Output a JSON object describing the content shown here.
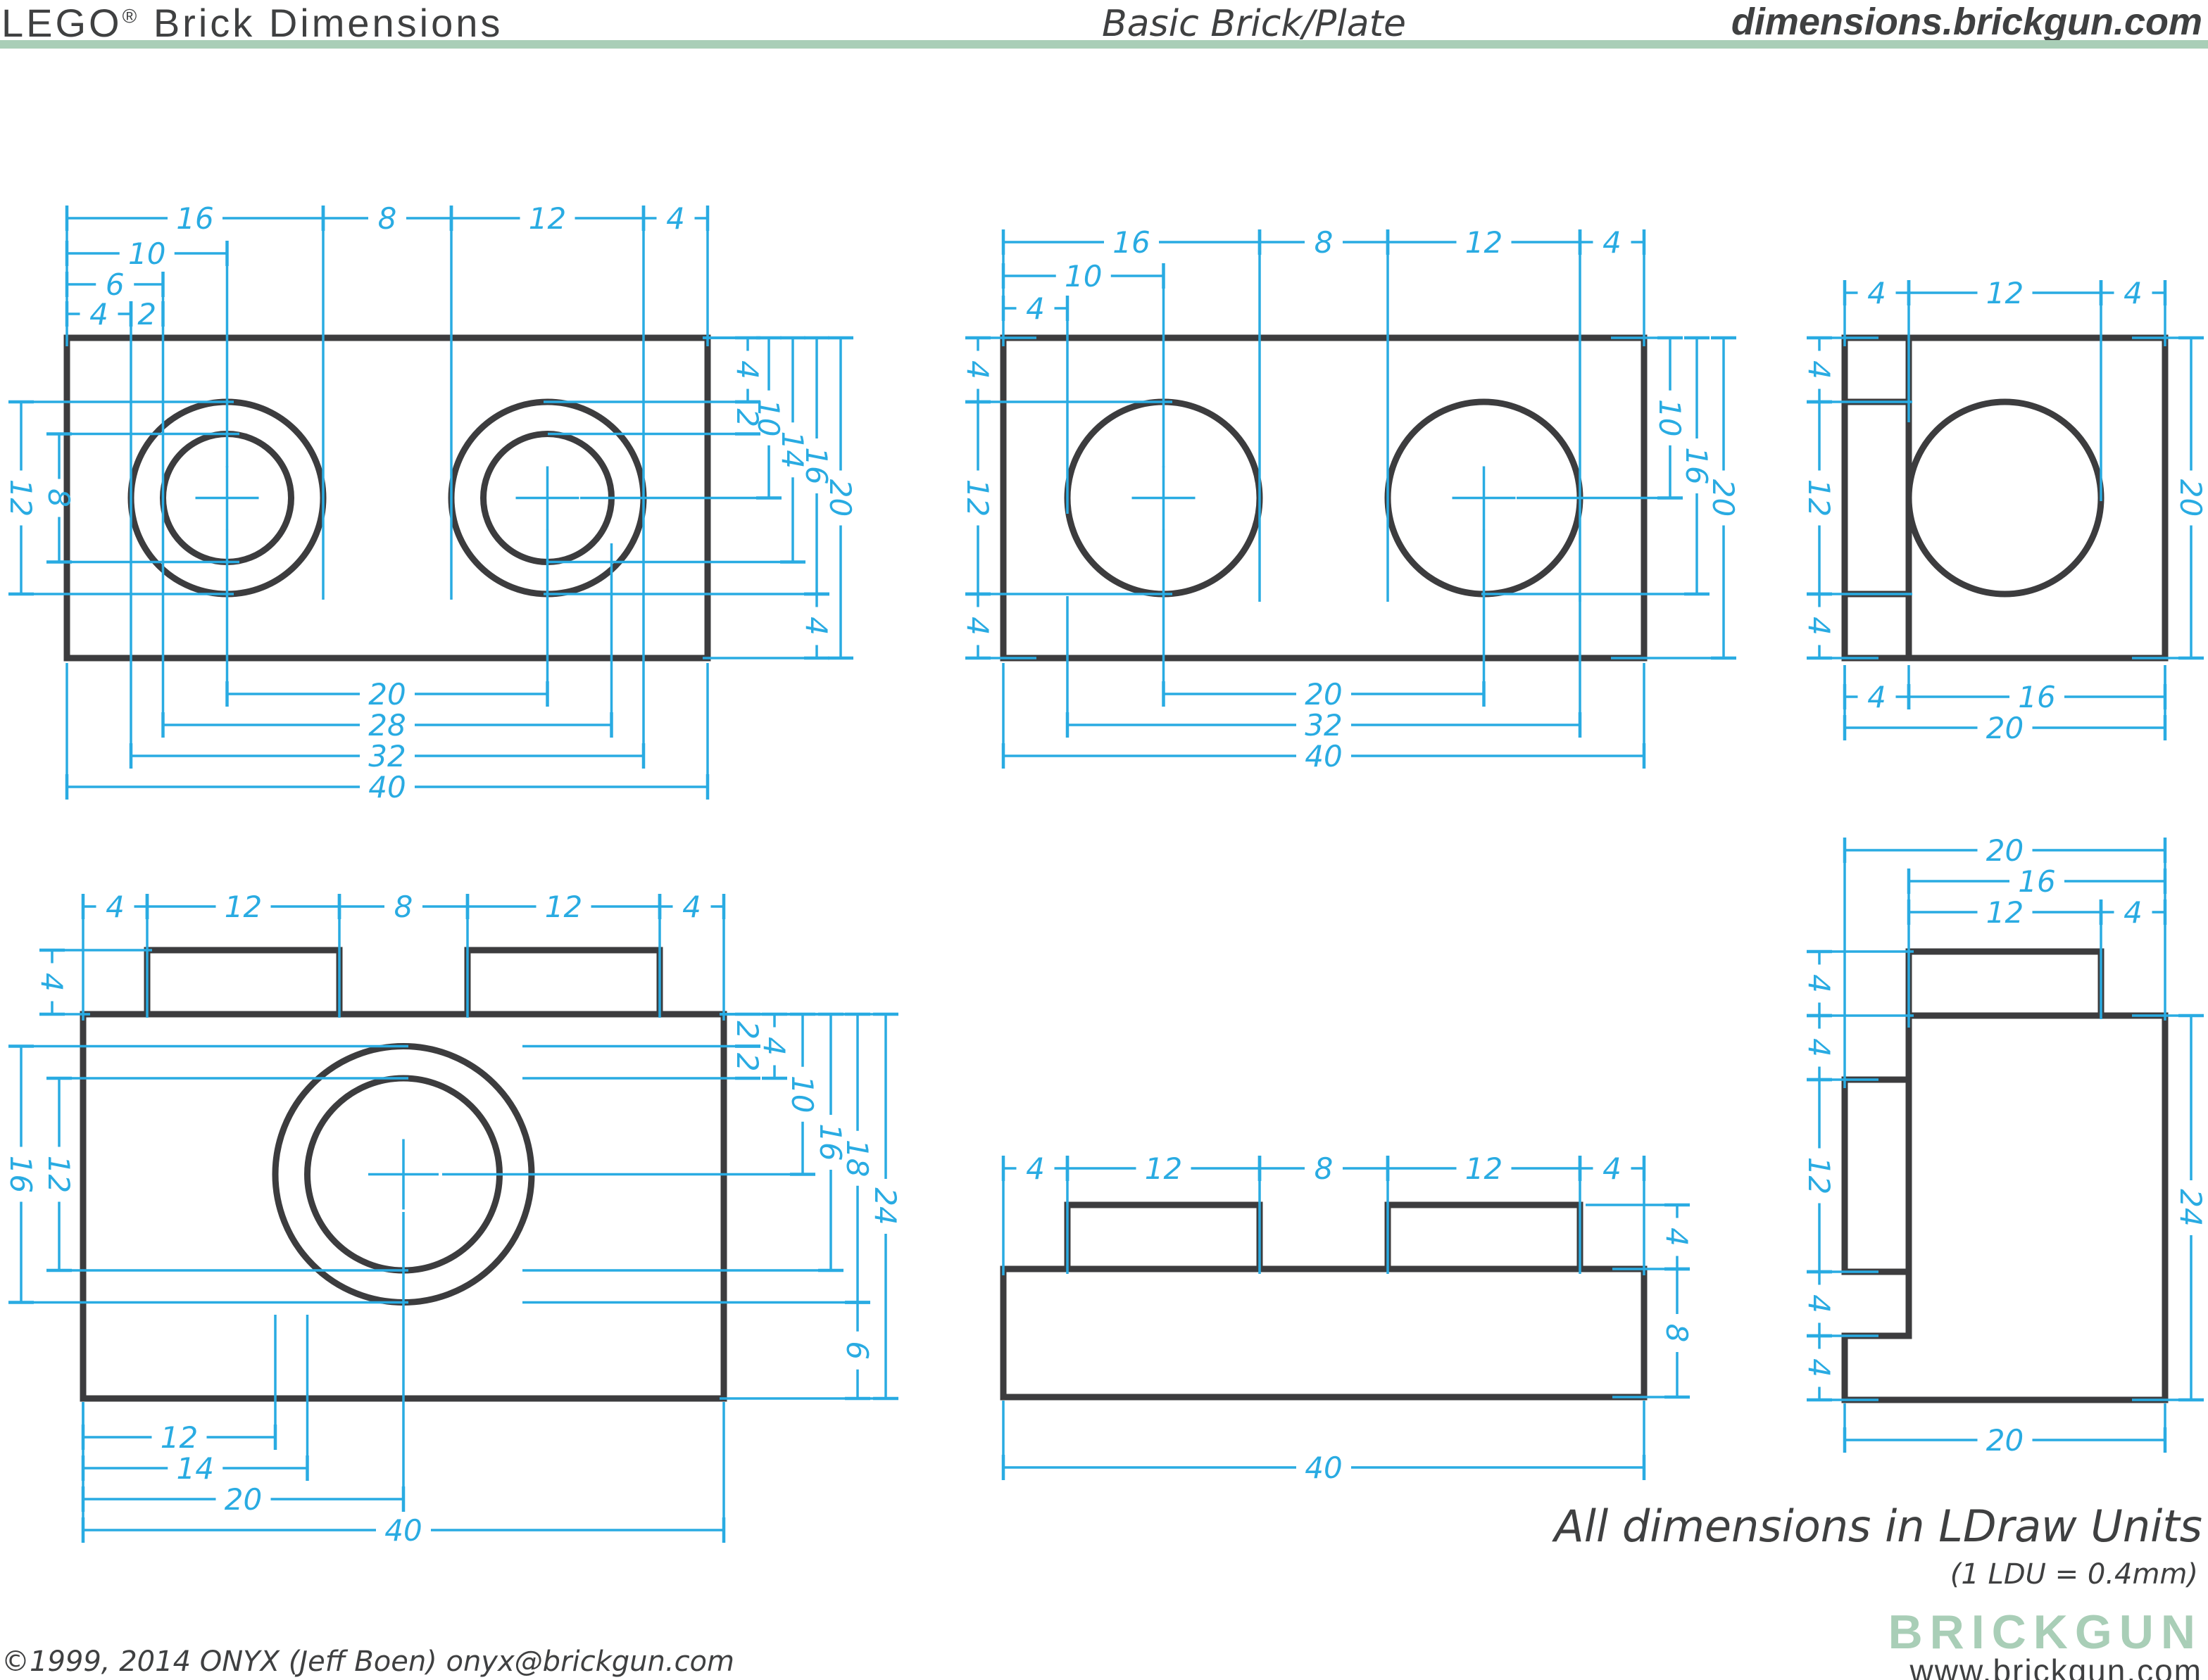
{
  "header": {
    "title_main": "LEGO",
    "title_reg": "®",
    "title_rest": " Brick Dimensions",
    "subtitle": "Basic Brick/Plate",
    "site": "dimensions.brickgun.com"
  },
  "note": {
    "line1": "All dimensions in LDraw Units",
    "line2": "(1 LDU = 0.4mm)"
  },
  "footer": {
    "copyright": "©1999, 2014 ONYX (Jeff Boen) onyx@brickgun.com",
    "logo": "BRICKGUN",
    "url": "www.brickgun.com"
  },
  "colors": {
    "dimension": "#29abe2",
    "line": "#3c3c3e",
    "teal": "#a9ceb7",
    "text": "#3f4041"
  },
  "units": "LDraw Units (1 LDU = 0.4mm)",
  "views": [
    {
      "name": "top-view-brick",
      "dims": [
        {
          "t": "16",
          "o": "h",
          "p": 310,
          "a": 95,
          "b": 459,
          "ea": 492,
          "eb": 852
        },
        {
          "t": "8",
          "o": "h",
          "p": 310,
          "a": 459,
          "b": 641,
          "eb": 852
        },
        {
          "t": "12",
          "o": "h",
          "p": 310,
          "a": 641,
          "b": 914,
          "eb": 852
        },
        {
          "t": "4",
          "o": "h",
          "p": 310,
          "a": 914,
          "b": 1005,
          "eb": 492
        },
        {
          "t": "10",
          "o": "h",
          "p": 360,
          "a": 95,
          "b": 322.5,
          "eb": 664
        },
        {
          "t": "6",
          "o": "h",
          "p": 404,
          "a": 95,
          "b": 231.5,
          "eb": 820
        },
        {
          "t": "4",
          "o": "h",
          "p": 446,
          "a": 95,
          "b": 186,
          "eb": 780
        },
        {
          "t": "2",
          "o": "h",
          "p": 446,
          "a": 186,
          "b": 231.5
        },
        {
          "t": "12",
          "o": "v",
          "p": 30,
          "a": 571,
          "b": 844,
          "ea": 332,
          "eb": 332
        },
        {
          "t": "8",
          "o": "v",
          "p": 84,
          "a": 616.5,
          "b": 798.5,
          "ea": 340,
          "eb": 340
        },
        {
          "t": "4",
          "o": "v",
          "p": 1062,
          "a": 480,
          "b": 571,
          "ea": 998,
          "eb": 772
        },
        {
          "t": "2",
          "o": "v",
          "p": 1062,
          "a": 571,
          "b": 616.5,
          "eb": 778
        },
        {
          "t": "10",
          "o": "v",
          "p": 1092,
          "a": 480,
          "b": 707.5,
          "ea": 998,
          "eb": 824
        },
        {
          "t": "14",
          "o": "v",
          "p": 1126,
          "a": 480,
          "b": 798.5,
          "ea": 998,
          "eb": 778
        },
        {
          "t": "16",
          "o": "v",
          "p": 1160,
          "a": 480,
          "b": 844,
          "ea": 998,
          "eb": 772
        },
        {
          "t": "20",
          "o": "v",
          "p": 1194,
          "a": 480,
          "b": 935,
          "ea": 998,
          "eb": 998
        },
        {
          "t": "4",
          "o": "v",
          "p": 1160,
          "a": 844,
          "b": 935
        },
        {
          "t": "20",
          "o": "h",
          "p": 986,
          "a": 322.5,
          "b": 777.5,
          "ea": 752,
          "eb": 752
        },
        {
          "t": "28",
          "o": "h",
          "p": 1030,
          "a": 231.5,
          "b": 868.5,
          "ea": 820,
          "eb": 772
        },
        {
          "t": "32",
          "o": "h",
          "p": 1074,
          "a": 186,
          "b": 914,
          "ea": 780,
          "eb": 852
        },
        {
          "t": "40",
          "o": "h",
          "p": 1118,
          "a": 95,
          "b": 1005,
          "ea": 942,
          "eb": 942
        }
      ]
    },
    {
      "name": "bottom-view-brick",
      "dims": [
        {
          "t": "16",
          "o": "h",
          "p": 344,
          "a": 1425,
          "b": 1789,
          "ea": 492,
          "eb": 855
        },
        {
          "t": "8",
          "o": "h",
          "p": 344,
          "a": 1789,
          "b": 1971,
          "eb": 855
        },
        {
          "t": "12",
          "o": "h",
          "p": 344,
          "a": 1971,
          "b": 2244,
          "eb": 855
        },
        {
          "t": "4",
          "o": "h",
          "p": 344,
          "a": 2244,
          "b": 2335,
          "eb": 492
        },
        {
          "t": "10",
          "o": "h",
          "p": 392,
          "a": 1425,
          "b": 1652.5,
          "eb": 664
        },
        {
          "t": "4",
          "o": "h",
          "p": 438,
          "a": 1425,
          "b": 1516,
          "eb": 730
        },
        {
          "t": "4",
          "o": "v",
          "p": 1389,
          "a": 480,
          "b": 571,
          "ea": 1472,
          "eb": 1665
        },
        {
          "t": "12",
          "o": "v",
          "p": 1389,
          "a": 571,
          "b": 844,
          "eb": 1665
        },
        {
          "t": "4",
          "o": "v",
          "p": 1389,
          "a": 844,
          "b": 935,
          "eb": 1472
        },
        {
          "t": "10",
          "o": "v",
          "p": 2372,
          "a": 480,
          "b": 707.5,
          "ea": 2288,
          "eb": 2154
        },
        {
          "t": "16",
          "o": "v",
          "p": 2410,
          "a": 480,
          "b": 844,
          "eb": 2104
        },
        {
          "t": "20",
          "o": "v",
          "p": 2448,
          "a": 480,
          "b": 935,
          "eb": 2288
        },
        {
          "t": "20",
          "o": "h",
          "p": 986,
          "a": 1652.5,
          "b": 2107.5,
          "ea": 752,
          "eb": 752
        },
        {
          "t": "32",
          "o": "h",
          "p": 1030,
          "a": 1516,
          "b": 2244,
          "ea": 847,
          "eb": 847
        },
        {
          "t": "40",
          "o": "h",
          "p": 1074,
          "a": 1425,
          "b": 2335,
          "ea": 942,
          "eb": 942
        }
      ]
    },
    {
      "name": "bottom-end-view",
      "dims": [
        {
          "t": "4",
          "o": "h",
          "p": 416,
          "a": 2620,
          "b": 2711,
          "ea": 492,
          "eb": 600
        },
        {
          "t": "12",
          "o": "h",
          "p": 416,
          "a": 2711,
          "b": 2984,
          "eb": 712
        },
        {
          "t": "4",
          "o": "h",
          "p": 416,
          "a": 2984,
          "b": 3075,
          "eb": 492
        },
        {
          "t": "4",
          "o": "v",
          "p": 2584,
          "a": 480,
          "b": 571,
          "ea": 2668,
          "eb": 2716
        },
        {
          "t": "12",
          "o": "v",
          "p": 2584,
          "a": 571,
          "b": 844,
          "eb": 2716
        },
        {
          "t": "4",
          "o": "v",
          "p": 2584,
          "a": 844,
          "b": 935,
          "eb": 2668
        },
        {
          "t": "20",
          "o": "v",
          "p": 3112,
          "a": 480,
          "b": 935,
          "ea": 3028,
          "eb": 3028
        },
        {
          "t": "4",
          "o": "h",
          "p": 990,
          "a": 2620,
          "b": 2711,
          "ea": 945,
          "eb": 945
        },
        {
          "t": "16",
          "o": "h",
          "p": 990,
          "a": 2711,
          "b": 3075,
          "eb": 945
        },
        {
          "t": "20",
          "o": "h",
          "p": 1034,
          "a": 2620,
          "b": 3075,
          "ea": 945,
          "eb": 945
        }
      ]
    },
    {
      "name": "front-view-brick",
      "dims": [
        {
          "t": "4",
          "o": "h",
          "p": 1288,
          "a": 118,
          "b": 209,
          "ea": 1450,
          "eb": 1446
        },
        {
          "t": "12",
          "o": "h",
          "p": 1288,
          "a": 209,
          "b": 482,
          "eb": 1446
        },
        {
          "t": "8",
          "o": "h",
          "p": 1288,
          "a": 482,
          "b": 664,
          "eb": 1446
        },
        {
          "t": "12",
          "o": "h",
          "p": 1288,
          "a": 664,
          "b": 937,
          "eb": 1446
        },
        {
          "t": "4",
          "o": "h",
          "p": 1288,
          "a": 937,
          "b": 1028,
          "eb": 1450
        },
        {
          "t": "4",
          "o": "v",
          "p": 74,
          "a": 1350,
          "b": 1441,
          "ea": 216,
          "eb": 128
        },
        {
          "t": "16",
          "o": "v",
          "p": 30,
          "a": 1486.5,
          "b": 1850.5,
          "ea": 580,
          "eb": 580
        },
        {
          "t": "12",
          "o": "v",
          "p": 84,
          "a": 1532,
          "b": 1805,
          "ea": 580,
          "eb": 580
        },
        {
          "t": "2",
          "o": "v",
          "p": 1062,
          "a": 1441,
          "b": 1486.5,
          "ea": 1022,
          "eb": 742
        },
        {
          "t": "2",
          "o": "v",
          "p": 1062,
          "a": 1486.5,
          "b": 1532,
          "eb": 742
        },
        {
          "t": "4",
          "o": "v",
          "p": 1100,
          "a": 1441,
          "b": 1532,
          "ea": 1022
        },
        {
          "t": "10",
          "o": "v",
          "p": 1140,
          "a": 1441,
          "b": 1668.5,
          "ea": 1022,
          "eb": 628
        },
        {
          "t": "16",
          "o": "v",
          "p": 1180,
          "a": 1441,
          "b": 1805,
          "ea": 1022,
          "eb": 742
        },
        {
          "t": "18",
          "o": "v",
          "p": 1218,
          "a": 1441,
          "b": 1850.5,
          "ea": 1022,
          "eb": 742
        },
        {
          "t": "24",
          "o": "v",
          "p": 1258,
          "a": 1441,
          "b": 1987,
          "ea": 1022,
          "eb": 1022
        },
        {
          "t": "6",
          "o": "v",
          "p": 1218,
          "a": 1850.5,
          "b": 1987
        },
        {
          "t": "12",
          "o": "h",
          "p": 2042,
          "a": 118,
          "b": 391,
          "ea": 1992,
          "eb": 1868
        },
        {
          "t": "14",
          "o": "h",
          "p": 2086,
          "a": 118,
          "b": 436.5,
          "eb": 1868
        },
        {
          "t": "20",
          "o": "h",
          "p": 2130,
          "a": 118,
          "b": 573,
          "eb": 1722
        },
        {
          "t": "40",
          "o": "h",
          "p": 2174,
          "a": 118,
          "b": 1028,
          "ea": 1992,
          "eb": 1992
        }
      ]
    },
    {
      "name": "front-view-plate",
      "dims": [
        {
          "t": "4",
          "o": "h",
          "p": 1660,
          "a": 1425,
          "b": 1516,
          "ea": 1812,
          "eb": 1810
        },
        {
          "t": "12",
          "o": "h",
          "p": 1660,
          "a": 1516,
          "b": 1789,
          "eb": 1810
        },
        {
          "t": "8",
          "o": "h",
          "p": 1660,
          "a": 1789,
          "b": 1971,
          "eb": 1810
        },
        {
          "t": "12",
          "o": "h",
          "p": 1660,
          "a": 1971,
          "b": 2244,
          "eb": 1810
        },
        {
          "t": "4",
          "o": "h",
          "p": 1660,
          "a": 2244,
          "b": 2335,
          "eb": 1812
        },
        {
          "t": "4",
          "o": "v",
          "p": 2382,
          "a": 1712,
          "b": 1803,
          "ea": 2252,
          "eb": 2290
        },
        {
          "t": "8",
          "o": "v",
          "p": 2382,
          "a": 1803,
          "b": 1985,
          "eb": 2290
        },
        {
          "t": "40",
          "o": "h",
          "p": 2085,
          "a": 1425,
          "b": 2335,
          "ea": 1990,
          "eb": 1990
        }
      ]
    },
    {
      "name": "side-section-view",
      "dims": [
        {
          "t": "20",
          "o": "h",
          "p": 1208,
          "a": 2620,
          "b": 3075,
          "ea": 1546,
          "eb": 1450
        },
        {
          "t": "16",
          "o": "h",
          "p": 1252,
          "a": 2711,
          "b": 3075,
          "ea": 1460
        },
        {
          "t": "12",
          "o": "h",
          "p": 1296,
          "a": 2711,
          "b": 2984,
          "eb": 1448
        },
        {
          "t": "4",
          "o": "h",
          "p": 1296,
          "a": 2984,
          "b": 3075
        },
        {
          "t": "4",
          "o": "v",
          "p": 2584,
          "a": 1352,
          "b": 1443,
          "ea": 2718,
          "eb": 2718
        },
        {
          "t": "4",
          "o": "v",
          "p": 2584,
          "a": 1443,
          "b": 1534,
          "eb": 2668
        },
        {
          "t": "12",
          "o": "v",
          "p": 2584,
          "a": 1534,
          "b": 1807,
          "eb": 2668
        },
        {
          "t": "4",
          "o": "v",
          "p": 2584,
          "a": 1807,
          "b": 1898,
          "eb": 2668
        },
        {
          "t": "4",
          "o": "v",
          "p": 2584,
          "a": 1898,
          "b": 1989,
          "eb": 2668
        },
        {
          "t": "24",
          "o": "v",
          "p": 3112,
          "a": 1443,
          "b": 1989,
          "ea": 3028,
          "eb": 3028
        },
        {
          "t": "20",
          "o": "h",
          "p": 2046,
          "a": 2620,
          "b": 3075,
          "ea": 1994,
          "eb": 1994
        }
      ]
    }
  ]
}
